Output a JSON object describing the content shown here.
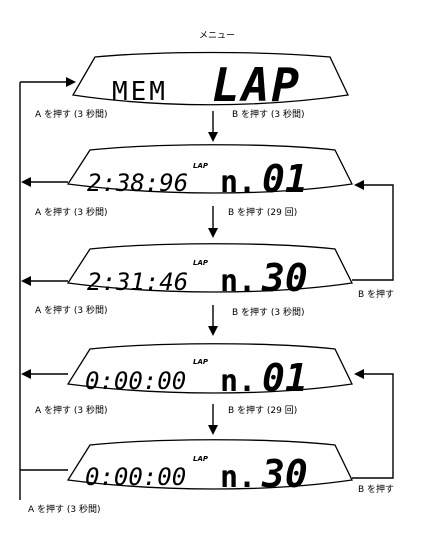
{
  "title": "メニュー",
  "menu": {
    "left": "MEM",
    "right": "LAP"
  },
  "indicator": "LAP",
  "screens": [
    {
      "time": "2:38:96",
      "prefix": "n.",
      "number": "01"
    },
    {
      "time": "2:31:46",
      "prefix": "n.",
      "number": "30"
    },
    {
      "time": "0:00:00",
      "prefix": "n.",
      "number": "01"
    },
    {
      "time": "0:00:00",
      "prefix": "n.",
      "number": "30"
    }
  ],
  "labels": {
    "a_hold": "A を押す (3 秒間)",
    "b_hold": "B を押す (3 秒間)",
    "b_29": "B を押す (29 回)",
    "b_press": "B を押す"
  }
}
